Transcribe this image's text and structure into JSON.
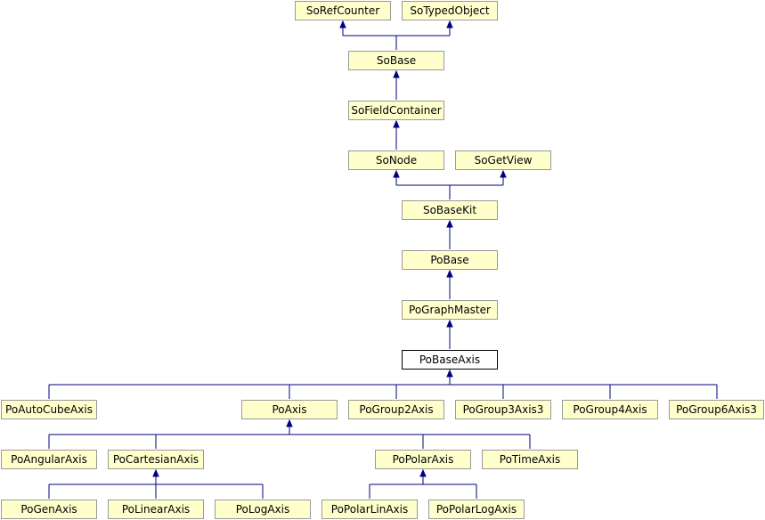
{
  "accent_color": "#000080",
  "node_fill": "#ffffcc",
  "nodes": {
    "SoRefCounter": "SoRefCounter",
    "SoTypedObject": "SoTypedObject",
    "SoBase": "SoBase",
    "SoFieldContainer": "SoFieldContainer",
    "SoNode": "SoNode",
    "SoGetView": "SoGetView",
    "SoBaseKit": "SoBaseKit",
    "PoBase": "PoBase",
    "PoGraphMaster": "PoGraphMaster",
    "PoBaseAxis": "PoBaseAxis",
    "PoAutoCubeAxis": "PoAutoCubeAxis",
    "PoAxis": "PoAxis",
    "PoGroup2Axis": "PoGroup2Axis",
    "PoGroup3Axis3": "PoGroup3Axis3",
    "PoGroup4Axis": "PoGroup4Axis",
    "PoGroup6Axis3": "PoGroup6Axis3",
    "PoAngularAxis": "PoAngularAxis",
    "PoCartesianAxis": "PoCartesianAxis",
    "PoPolarAxis": "PoPolarAxis",
    "PoTimeAxis": "PoTimeAxis",
    "PoGenAxis": "PoGenAxis",
    "PoLinearAxis": "PoLinearAxis",
    "PoLogAxis": "PoLogAxis",
    "PoPolarLinAxis": "PoPolarLinAxis",
    "PoPolarLogAxis": "PoPolarLogAxis"
  }
}
